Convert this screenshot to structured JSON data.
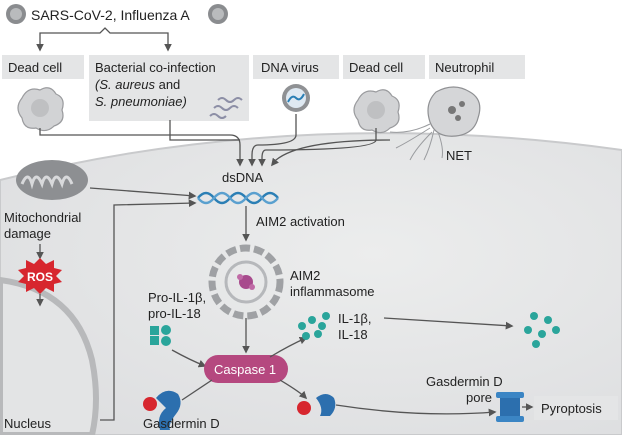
{
  "header": {
    "viruses": "SARS-CoV-2, Influenza A"
  },
  "sources": {
    "dead_cell_1": "Dead cell",
    "bacterial_line1": "Bacterial co-infection",
    "bacterial_line2_a": "(S. aureus",
    "bacterial_line2_b": " and",
    "bacterial_line3": "S. pneumoniae)",
    "dna_virus": "DNA virus",
    "dead_cell_2": "Dead cell",
    "neutrophil": "Neutrophil",
    "net": "NET"
  },
  "center": {
    "dsdna": "dsDNA",
    "aim2_activation": "AIM2 activation",
    "aim2_inflammasome_line1": "AIM2",
    "aim2_inflammasome_line2": "inflammasome",
    "caspase": "Caspase 1"
  },
  "left": {
    "mito_line1": "Mitochondrial",
    "mito_line2": "damage",
    "ros": "ROS",
    "nucleus": "Nucleus",
    "pro_il_line1": "Pro-IL-1β,",
    "pro_il_line2": "pro-IL-18",
    "gasdermin": "Gasdermin D"
  },
  "right": {
    "il_line1": "IL-1β,",
    "il_line2": "IL-18",
    "pore_line1": "Gasdermin D",
    "pore_line2": "pore",
    "pyroptosis": "Pyroptosis"
  },
  "colors": {
    "cell_fill": "#e6e7e8",
    "label_box": "#e4e5e6",
    "caspase": "#b5487f",
    "ros": "#d7262e",
    "dna": "#2b7fb5",
    "cytokine": "#2aa59b",
    "gasdermin": "#2c6fae",
    "arrow": "#5a5a5a"
  }
}
